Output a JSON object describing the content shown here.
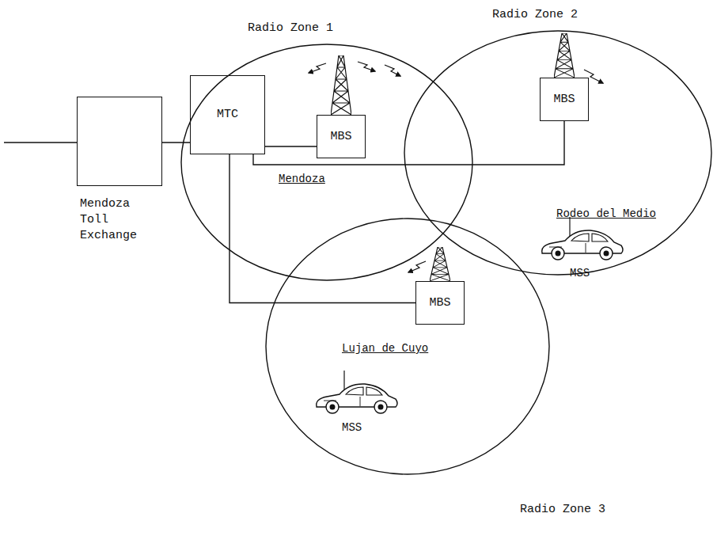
{
  "diagram": {
    "nodes": [
      {
        "text": [
          "Mendoza Toll Exchange"
        ]
      },
      {
        "text": [
          "Radio Zone 1"
        ]
      },
      {
        "text": [
          "MTC"
        ],
        "in": 1
      },
      {
        "text": [
          "MBS"
        ],
        "in": 1
      },
      {
        "text": [
          "Radio Zone 2"
        ]
      },
      {
        "text": [
          "MBS"
        ],
        "in": 4
      },
      {
        "text": [
          "Radio Zone 3"
        ]
      },
      {
        "text": [
          "MBS"
        ],
        "in": 6
      }
    ],
    "edges": [
      {
        "from": 0,
        "to": 2,
        "arrow": "none"
      },
      {
        "from": 2,
        "to": 3,
        "arrow": "none"
      },
      {
        "from": 2,
        "to": 5,
        "arrow": "none"
      },
      {
        "from": 2,
        "to": 7,
        "arrow": "none"
      }
    ],
    "labels": [
      "Mendoza",
      "Rodeo del Medio",
      "Lujan de Cuyo",
      "MSS",
      "MSS"
    ]
  }
}
